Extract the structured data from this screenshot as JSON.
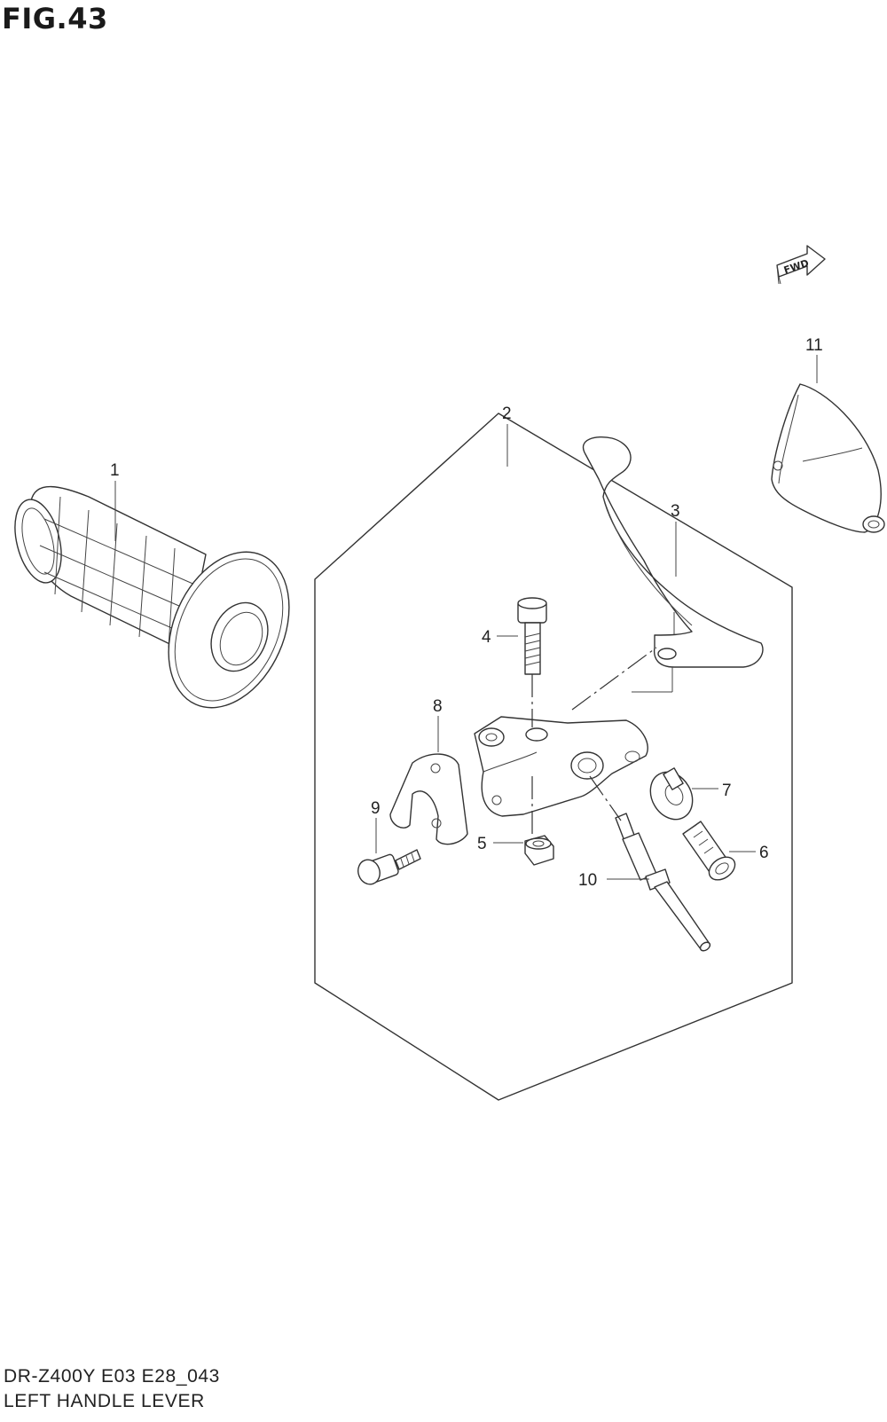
{
  "figure": {
    "title": "FIG.43",
    "model_code": "DR-Z400Y E03 E28_043",
    "name": "LEFT HANDLE LEVER",
    "direction_badge": "FWD"
  },
  "callouts": [
    {
      "id": "1",
      "part": "grip"
    },
    {
      "id": "2",
      "part": "lever-assembly"
    },
    {
      "id": "3",
      "part": "lever"
    },
    {
      "id": "4",
      "part": "lever-bolt"
    },
    {
      "id": "5",
      "part": "nut"
    },
    {
      "id": "6",
      "part": "adjuster"
    },
    {
      "id": "7",
      "part": "adjuster-nut"
    },
    {
      "id": "8",
      "part": "holder-clamp"
    },
    {
      "id": "9",
      "part": "clamp-bolt"
    },
    {
      "id": "10",
      "part": "switch-cable"
    },
    {
      "id": "11",
      "part": "lever-cover"
    }
  ]
}
